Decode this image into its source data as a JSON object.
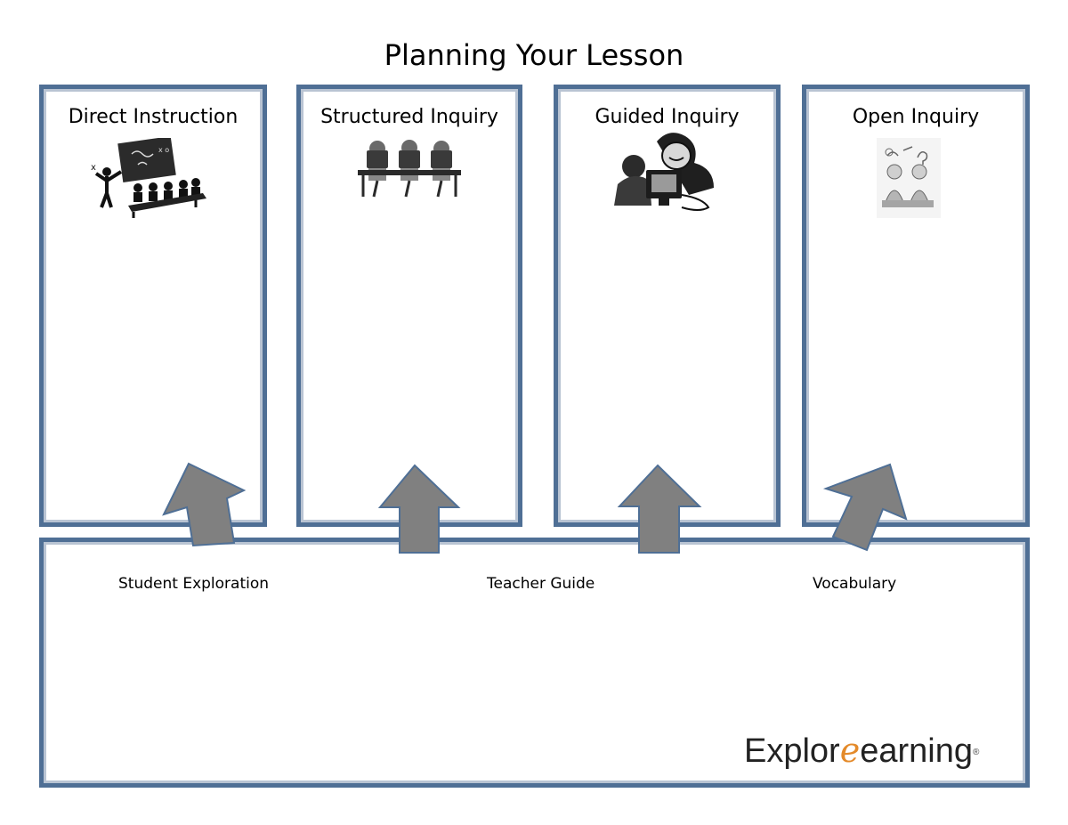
{
  "title": "Planning Your Lesson",
  "columns": [
    {
      "label": "Direct Instruction",
      "icon": "classroom-teacher-icon"
    },
    {
      "label": "Structured Inquiry",
      "icon": "computer-lab-icon"
    },
    {
      "label": "Guided Inquiry",
      "icon": "teacher-student-computer-icon"
    },
    {
      "label": "Open Inquiry",
      "icon": "thinking-students-icon"
    }
  ],
  "resources": {
    "student_exploration": "Student Exploration",
    "teacher_guide": "Teacher Guide",
    "vocabulary": "Vocabulary"
  },
  "logo": {
    "prefix": "Explor",
    "mark": "e",
    "suffix": "earning",
    "registered": "®"
  },
  "colors": {
    "border": "#4f6f95",
    "arrow_fill": "#808080",
    "logo_accent": "#e48a2a"
  }
}
